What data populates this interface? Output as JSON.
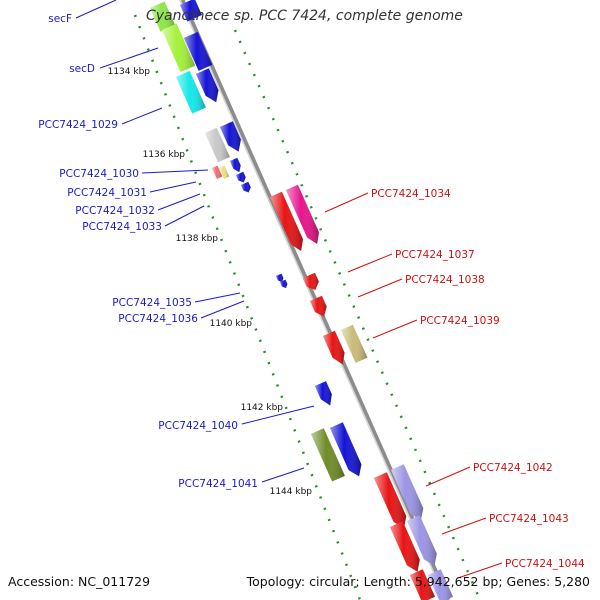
{
  "title": "Cyanothece sp. PCC 7424, complete genome",
  "footer": {
    "accession": "Accession: NC_011729",
    "summary": "Topology: circular; Length: 5,942,652 bp; Genes: 5,280"
  },
  "colors": {
    "backbone": "#8c8c8c",
    "tick": "#2e8b2e",
    "left_label": "#1a1acc",
    "right_label": "#cc1111"
  },
  "kbp_labels": [
    "1134 kbp",
    "1136 kbp",
    "1138 kbp",
    "1140 kbp",
    "1142 kbp",
    "1144 kbp"
  ],
  "left_genes": [
    "secF",
    "secD",
    "PCC7424_1029",
    "PCC7424_1030",
    "PCC7424_1031",
    "PCC7424_1032",
    "PCC7424_1033",
    "PCC7424_1035",
    "PCC7424_1036",
    "PCC7424_1040",
    "PCC7424_1041"
  ],
  "right_genes": [
    "PCC7424_1034",
    "PCC7424_1037",
    "PCC7424_1038",
    "PCC7424_1039",
    "PCC7424_1042",
    "PCC7424_1043",
    "PCC7424_1044"
  ]
}
